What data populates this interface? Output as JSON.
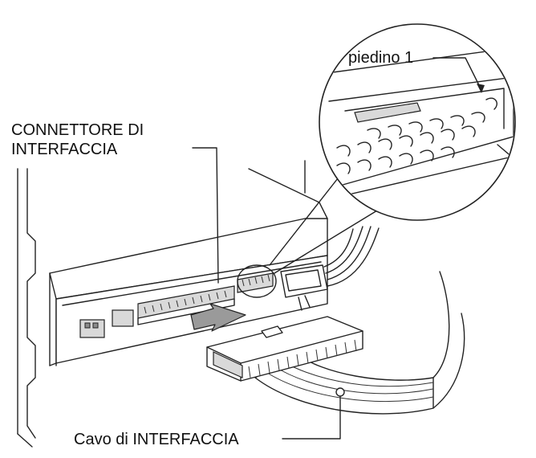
{
  "labels": {
    "pin1": "piedino 1",
    "connector_line1": "CONNETTORE DI",
    "connector_line2": "INTERFACCIA",
    "cable": "Cavo di INTERFACCIA"
  }
}
